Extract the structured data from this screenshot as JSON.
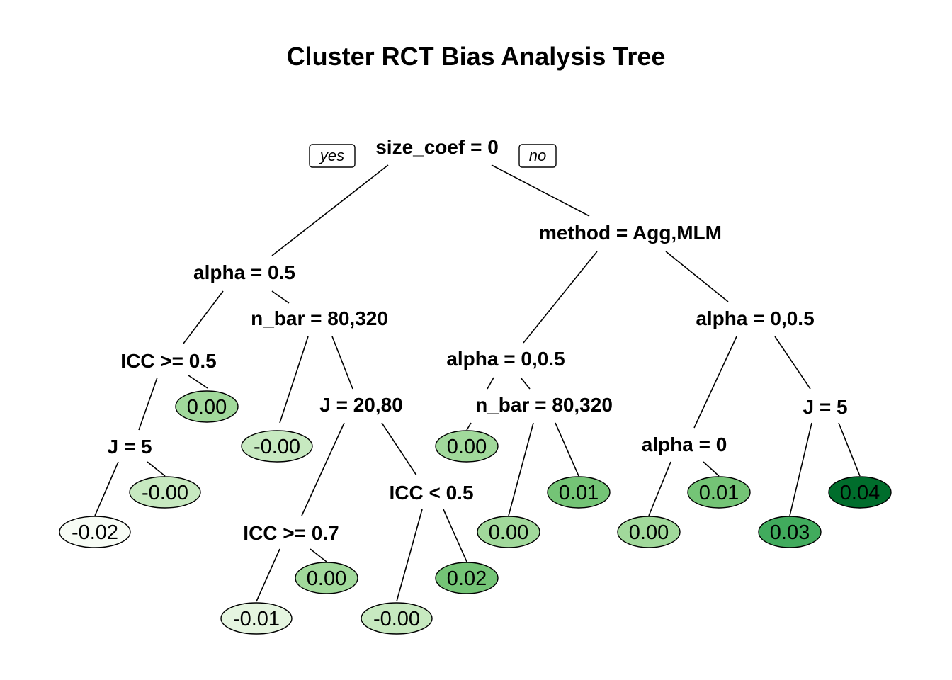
{
  "title": "Cluster RCT Bias Analysis Tree",
  "branch_labels": {
    "yes": "yes",
    "no": "no"
  },
  "colors": {
    "scale": [
      "#f7fcf5",
      "#e5f5e0",
      "#c7e9c0",
      "#a1d99b",
      "#74c476",
      "#41ab5d",
      "#238b45",
      "#006d2c"
    ]
  },
  "splits": [
    {
      "id": "root",
      "label": "size_coef = 0"
    },
    {
      "id": "s_alpha05",
      "label": "alpha = 0.5"
    },
    {
      "id": "s_method",
      "label": "method = Agg,MLM"
    },
    {
      "id": "s_icc05",
      "label": "ICC >= 0.5"
    },
    {
      "id": "s_nbar_l",
      "label": "n_bar = 80,320"
    },
    {
      "id": "s_alpha005_m",
      "label": "alpha = 0,0.5"
    },
    {
      "id": "s_alpha005_r",
      "label": "alpha = 0,0.5"
    },
    {
      "id": "s_j5_l",
      "label": "J = 5"
    },
    {
      "id": "s_j2080",
      "label": "J = 20,80"
    },
    {
      "id": "s_nbar_m",
      "label": "n_bar = 80,320"
    },
    {
      "id": "s_alpha0",
      "label": "alpha = 0"
    },
    {
      "id": "s_j5_r",
      "label": "J = 5"
    },
    {
      "id": "s_icc07",
      "label": "ICC >= 0.7"
    },
    {
      "id": "s_icclt05",
      "label": "ICC < 0.5"
    }
  ],
  "leaves": [
    {
      "id": "l1",
      "value": "-0.02",
      "shade": 0
    },
    {
      "id": "l2",
      "value": "-0.00",
      "shade": 2
    },
    {
      "id": "l3",
      "value": "0.00",
      "shade": 3
    },
    {
      "id": "l4",
      "value": "-0.00",
      "shade": 2
    },
    {
      "id": "l5",
      "value": "-0.01",
      "shade": 1
    },
    {
      "id": "l6",
      "value": "0.00",
      "shade": 3
    },
    {
      "id": "l7",
      "value": "-0.00",
      "shade": 2
    },
    {
      "id": "l8",
      "value": "0.02",
      "shade": 4
    },
    {
      "id": "l9",
      "value": "0.00",
      "shade": 3
    },
    {
      "id": "l10",
      "value": "0.00",
      "shade": 3
    },
    {
      "id": "l11",
      "value": "0.01",
      "shade": 4
    },
    {
      "id": "l12",
      "value": "0.00",
      "shade": 3
    },
    {
      "id": "l13",
      "value": "0.01",
      "shade": 4
    },
    {
      "id": "l14",
      "value": "0.03",
      "shade": 5
    },
    {
      "id": "l15",
      "value": "0.04",
      "shade": 7
    }
  ]
}
